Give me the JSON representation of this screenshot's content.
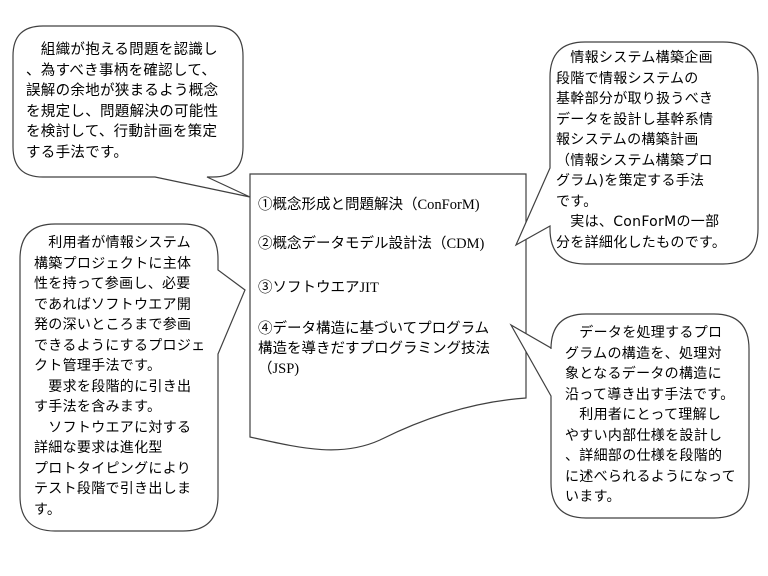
{
  "document": {
    "items": [
      {
        "lines": [
          "①概念形成と問題解決（ConForM)"
        ]
      },
      {
        "lines": [
          "②概念データモデル設計法（CDM)"
        ]
      },
      {
        "lines": [
          "③ソフトウエアJIT"
        ]
      },
      {
        "lines": [
          "④データ構造に基づいてプログラム",
          "構造を導きだすプログラミング技法",
          "（JSP)"
        ]
      }
    ]
  },
  "callouts": {
    "conform": {
      "lines": [
        "　組織が抱える問題を認識し",
        "、為すべき事柄を確認して、",
        "誤解の余地が狭まるよう概念",
        "を規定し、問題解決の可能性",
        "を検討して、行動計画を策定",
        "する手法です。"
      ]
    },
    "cdm": {
      "lines": [
        "　情報システム構築企画",
        "段階で情報システムの",
        "基幹部分が取り扱うべき",
        "データを設計し基幹系情",
        "報システムの構築計画",
        "（情報システム構築プロ",
        "グラム)を策定する手法",
        "です。",
        "　実は、ConForMの一部",
        "分を詳細化したものです。"
      ]
    },
    "jit": {
      "lines": [
        "　利用者が情報システム",
        "構築プロジェクトに主体",
        "性を持って参画し、必要",
        "であればソフトウエア開",
        "発の深いところまで参画",
        "できるようにするプロジェ",
        "クト管理手法です。",
        "　要求を段階的に引き出",
        "す手法を含みます。",
        "　ソフトウエアに対する",
        "詳細な要求は進化型",
        "プロトタイピングにより",
        "テスト段階で引き出しま",
        "す。"
      ]
    },
    "jsp": {
      "lines": [
        "　データを処理するプロ",
        "グラムの構造を、処理対",
        "象となるデータの構造に",
        "沿って導き出す手法です。",
        "　利用者にとって理解し",
        "やすい内部仕様を設計し",
        "、詳細部の仕様を段階的",
        "に述べられるようになって",
        "います。"
      ]
    }
  },
  "colors": {
    "stroke": "#404040",
    "text": "#000000",
    "background": "#ffffff"
  }
}
